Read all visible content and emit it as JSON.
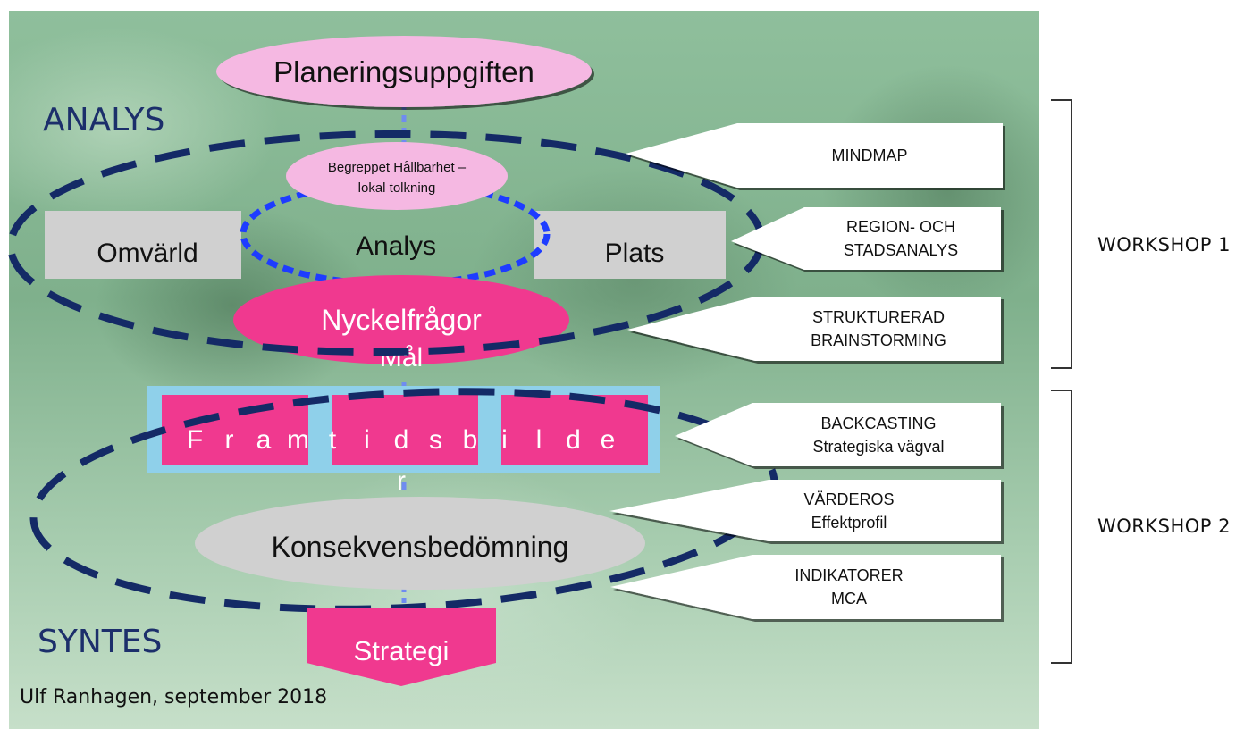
{
  "diagram": {
    "top_node": "Planeringsuppgiften",
    "section_analys": "ANALYS",
    "section_syntes": "SYNTES",
    "concept_node": [
      "Begreppet Hållbarhet –",
      "lokal tolkning"
    ],
    "left_box": "Omvärld",
    "center_label": "Analys",
    "right_box": "Plats",
    "key_questions": [
      "Nyckelfrågor",
      "Mål"
    ],
    "future_letters": [
      "F",
      "r",
      "a",
      "m",
      "t",
      "i",
      "d",
      "s",
      "b",
      "i",
      "l",
      "d",
      "e",
      "r"
    ],
    "assessment": "Konsekvensbedömning",
    "strategy": "Strategi",
    "credit": "Ulf Ranhagen, september 2018"
  },
  "methods": [
    {
      "lines": [
        "MINDMAP"
      ]
    },
    {
      "lines": [
        "REGION- OCH",
        "STADSANALYS"
      ]
    },
    {
      "lines": [
        "STRUKTURERAD",
        "BRAINSTORMING"
      ]
    },
    {
      "lines": [
        "BACKCASTING",
        "Strategiska vägval"
      ]
    },
    {
      "lines": [
        "VÄRDEROS",
        "Effektprofil"
      ]
    },
    {
      "lines": [
        "INDIKATORER",
        "MCA"
      ]
    }
  ],
  "workshops": {
    "first": "WORKSHOP 1",
    "second": "WORKSHOP 2"
  },
  "colors": {
    "pink_light": "#f5b8e2",
    "pink_strong": "#f0398f",
    "gray_box": "#d0d0d0",
    "light_blue": "#8fd0ea",
    "navy_dash": "#142a66",
    "blue_dot": "#1e3cff"
  }
}
